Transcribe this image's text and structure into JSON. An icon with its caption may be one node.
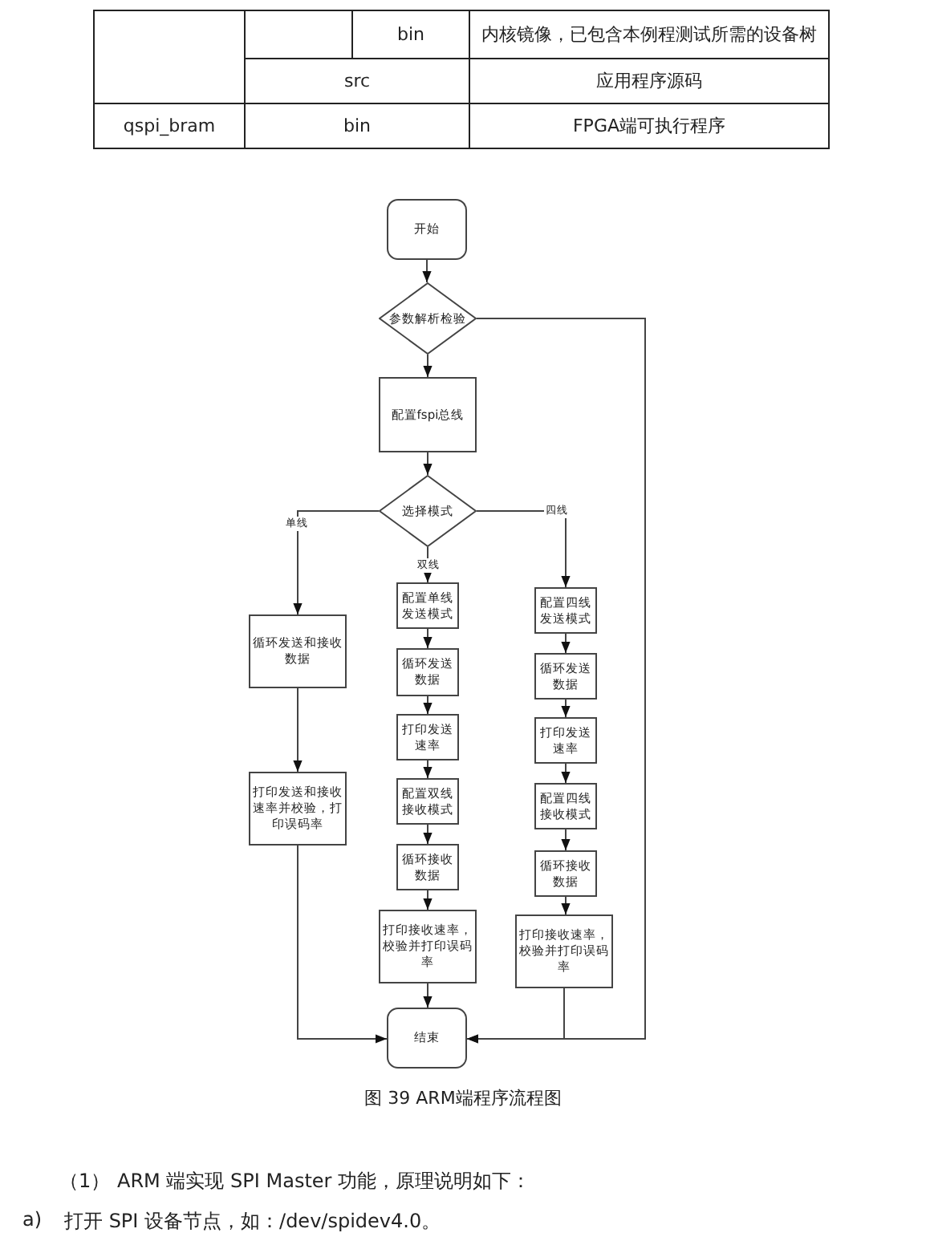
{
  "diagram": {
    "caption": "图 39 ARM端程序流程图",
    "nodes": [
      {
        "text": [
          "开始"
        ]
      },
      {
        "text": [
          "参数解析检验"
        ]
      },
      {
        "text": [
          "配置fspi总线"
        ]
      },
      {
        "text": [
          "选择模式"
        ]
      },
      {
        "text": [
          "循环发送和接收数据"
        ]
      },
      {
        "text": [
          "打印发送和接收速率并校验，打印误码率"
        ]
      },
      {
        "text": [
          "配置单线发送模式"
        ]
      },
      {
        "text": [
          "循环发送数据"
        ]
      },
      {
        "text": [
          "打印发送速率"
        ]
      },
      {
        "text": [
          "配置双线接收模式"
        ]
      },
      {
        "text": [
          "循环接收数据"
        ]
      },
      {
        "text": [
          "打印接收速率，校验并打印误码率"
        ]
      },
      {
        "text": [
          "配置四线发送模式"
        ]
      },
      {
        "text": [
          "循环发送数据"
        ]
      },
      {
        "text": [
          "打印发送速率"
        ]
      },
      {
        "text": [
          "配置四线接收模式"
        ]
      },
      {
        "text": [
          "循环接收数据"
        ]
      },
      {
        "text": [
          "打印接收速率，校验并打印误码率"
        ]
      },
      {
        "text": [
          "结束"
        ]
      }
    ],
    "edges": [
      {
        "from": 0,
        "to": 1,
        "arrow": "to"
      },
      {
        "from": 1,
        "to": 2,
        "arrow": "to"
      },
      {
        "from": 2,
        "to": 3,
        "arrow": "to"
      },
      {
        "from": 3,
        "to": 4,
        "arrow": "to",
        "label": "单线"
      },
      {
        "from": 3,
        "to": 6,
        "arrow": "to",
        "label": "双线"
      },
      {
        "from": 3,
        "to": 12,
        "arrow": "to",
        "label": "四线"
      },
      {
        "from": 4,
        "to": 5,
        "arrow": "to"
      },
      {
        "from": 5,
        "to": 18,
        "arrow": "to"
      },
      {
        "from": 6,
        "to": 7,
        "arrow": "to"
      },
      {
        "from": 7,
        "to": 8,
        "arrow": "to"
      },
      {
        "from": 8,
        "to": 9,
        "arrow": "to"
      },
      {
        "from": 9,
        "to": 10,
        "arrow": "to"
      },
      {
        "from": 10,
        "to": 11,
        "arrow": "to"
      },
      {
        "from": 11,
        "to": 18,
        "arrow": "to"
      },
      {
        "from": 12,
        "to": 13,
        "arrow": "to"
      },
      {
        "from": 13,
        "to": 14,
        "arrow": "to"
      },
      {
        "from": 14,
        "to": 15,
        "arrow": "to"
      },
      {
        "from": 15,
        "to": 16,
        "arrow": "to"
      },
      {
        "from": 16,
        "to": 17,
        "arrow": "to"
      },
      {
        "from": 17,
        "to": 18,
        "arrow": "to"
      },
      {
        "from": 1,
        "to": 18,
        "arrow": "to"
      }
    ],
    "labels": [
      "bin",
      "内核镜像，已包含本例程测试所需的设备树",
      "src",
      "应用程序源码",
      "qspi_bram",
      "bin",
      "FPGA端可执行程序",
      "（1）",
      "ARM 端实现 SPI Master 功能，原理说明如下：",
      "a)",
      "打开 SPI 设备节点，如：/dev/spidev4.0。"
    ]
  }
}
